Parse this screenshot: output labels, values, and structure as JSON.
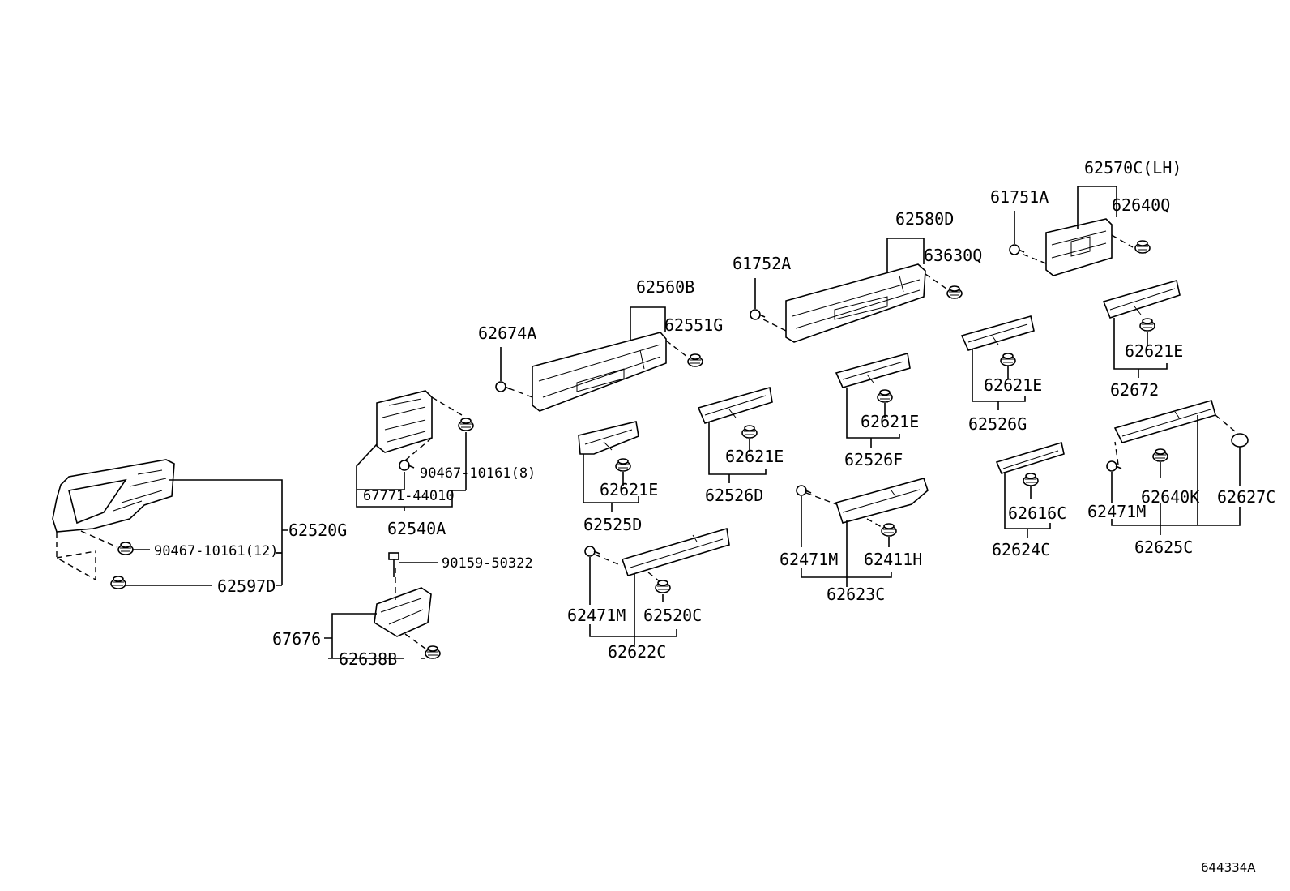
{
  "diagram_id": "644334A",
  "labels": {
    "p62520G": "62520G",
    "p90467_12": "90467-10161(12)",
    "p62597D": "62597D",
    "p62540A": "62540A",
    "p90467_8": "90467-10161(8)",
    "p67771": "67771-44010",
    "p90159": "90159-50322",
    "p67676": "67676",
    "p62638B": "62638B",
    "p62674A": "62674A",
    "p62560B": "62560B",
    "p62551G": "62551G",
    "p62621E_1": "62621E",
    "p62525D": "62525D",
    "p62471M_1": "62471M",
    "p62520C": "62520C",
    "p62622C": "62622C",
    "p62621E_2": "62621E",
    "p62526D": "62526D",
    "p61752A": "61752A",
    "p62580D": "62580D",
    "p63630Q": "63630Q",
    "p62621E_3": "62621E",
    "p62526F": "62526F",
    "p62471M_2": "62471M",
    "p62411H": "62411H",
    "p62623C": "62623C",
    "p61751A": "61751A",
    "p62570C": "62570C(LH)",
    "p62640Q": "62640Q",
    "p62621E_4": "62621E",
    "p62526G": "62526G",
    "p62621E_5": "62621E",
    "p62672": "62672",
    "p62616C": "62616C",
    "p62624C": "62624C",
    "p62471M_3": "62471M",
    "p62640K": "62640K",
    "p62627C": "62627C",
    "p62625C": "62625C"
  }
}
